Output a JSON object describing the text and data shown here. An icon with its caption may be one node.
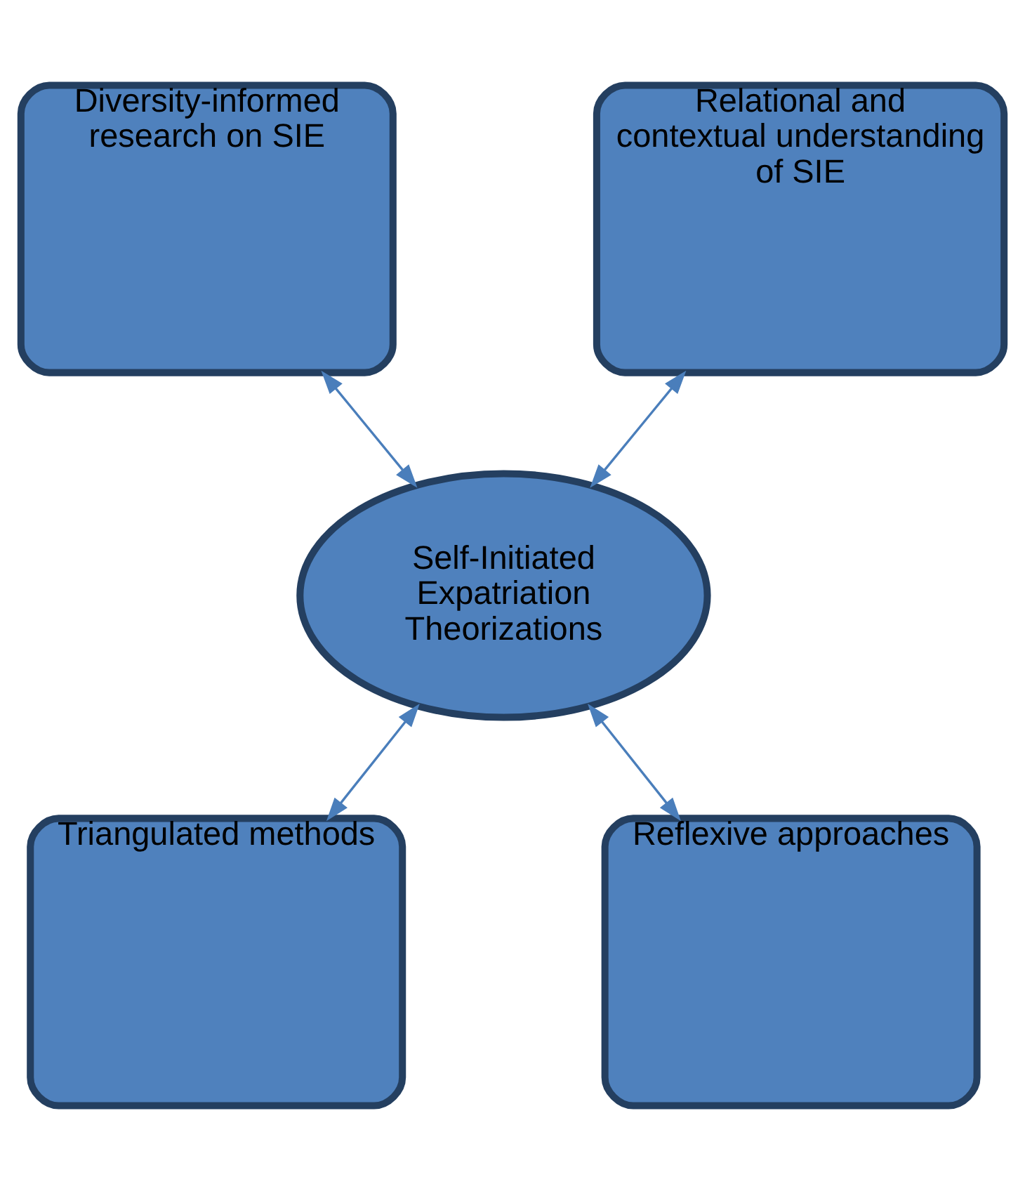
{
  "diagram": {
    "nodes": [
      {
        "text": [
          "Diversity-informed research on SIE"
        ]
      },
      {
        "text": [
          "Relational and contextual understanding of SIE"
        ]
      },
      {
        "text": [
          "Self-Initiated Expatriation Theorizations"
        ]
      },
      {
        "text": [
          "Triangulated methods"
        ]
      },
      {
        "text": [
          "Reflexive approaches"
        ]
      }
    ],
    "edges": [
      {
        "from": 0,
        "to": 2,
        "arrow": "both"
      },
      {
        "from": 1,
        "to": 2,
        "arrow": "both"
      },
      {
        "from": 2,
        "to": 3,
        "arrow": "both"
      },
      {
        "from": 2,
        "to": 4,
        "arrow": "both"
      }
    ]
  }
}
